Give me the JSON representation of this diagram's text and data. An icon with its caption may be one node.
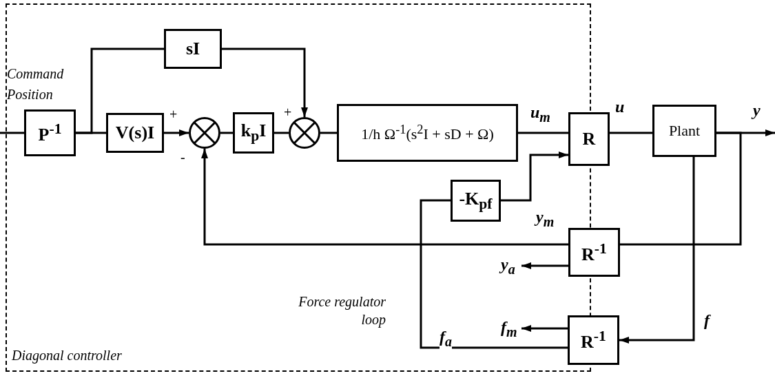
{
  "diagram": {
    "nodes": [
      {
        "text": [
          "Diagonal controller"
        ]
      },
      {
        "text": [
          "P$^{-1}$"
        ],
        "in": 0
      },
      {
        "text": [
          "sI"
        ],
        "in": 0
      },
      {
        "text": [
          "V(s)I"
        ],
        "in": 0
      },
      {
        "text": [],
        "shape": "circle",
        "in": 0,
        "beside": [
          "+",
          "-"
        ]
      },
      {
        "text": [
          "k$_{p}$I"
        ],
        "in": 0
      },
      {
        "text": [],
        "shape": "circle",
        "in": 0,
        "beside": [
          "+"
        ]
      },
      {
        "text": [
          "1/h Ω$^{-1}$(s$^{2}$I + sD + Ω)"
        ],
        "in": 0
      },
      {
        "text": [
          "R"
        ]
      },
      {
        "text": [
          "Plant"
        ]
      },
      {
        "text": [
          "-K$_{pf}$"
        ],
        "in": 0
      },
      {
        "text": [
          "R$^{-1}$"
        ]
      },
      {
        "text": [
          "R$^{-1}$"
        ]
      }
    ],
    "edges": [
      {
        "from": null,
        "to": 1,
        "arrow": "none",
        "label": "Command Position"
      },
      {
        "from": 1,
        "to": 3,
        "arrow": "none"
      },
      {
        "from": 1,
        "to": 2,
        "arrow": "none"
      },
      {
        "from": 2,
        "to": 6,
        "arrow": "to"
      },
      {
        "from": 3,
        "to": 4,
        "arrow": "to"
      },
      {
        "from": 4,
        "to": 5,
        "arrow": "none"
      },
      {
        "from": 5,
        "to": 6,
        "arrow": "none"
      },
      {
        "from": 6,
        "to": 7,
        "arrow": "none"
      },
      {
        "from": 7,
        "to": 8,
        "arrow": "none",
        "label": "u$_{m}$"
      },
      {
        "from": 10,
        "to": 8,
        "arrow": "to"
      },
      {
        "from": 8,
        "to": 9,
        "arrow": "none",
        "label": "u"
      },
      {
        "from": 9,
        "to": null,
        "arrow": "to",
        "label": "y"
      },
      {
        "from": 9,
        "to": 11,
        "arrow": "none"
      },
      {
        "from": 11,
        "to": 4,
        "arrow": "to",
        "label": "y$_{m}$"
      },
      {
        "from": 11,
        "to": null,
        "arrow": "to",
        "label": "y$_{a}$"
      },
      {
        "from": 9,
        "to": 12,
        "arrow": "to",
        "label": "f"
      },
      {
        "from": 12,
        "to": null,
        "arrow": "to",
        "label": "f$_{m}$"
      },
      {
        "from": 12,
        "to": 10,
        "arrow": "none",
        "label": "f$_{a}$"
      }
    ],
    "labels": [
      "Force regulator loop"
    ]
  }
}
